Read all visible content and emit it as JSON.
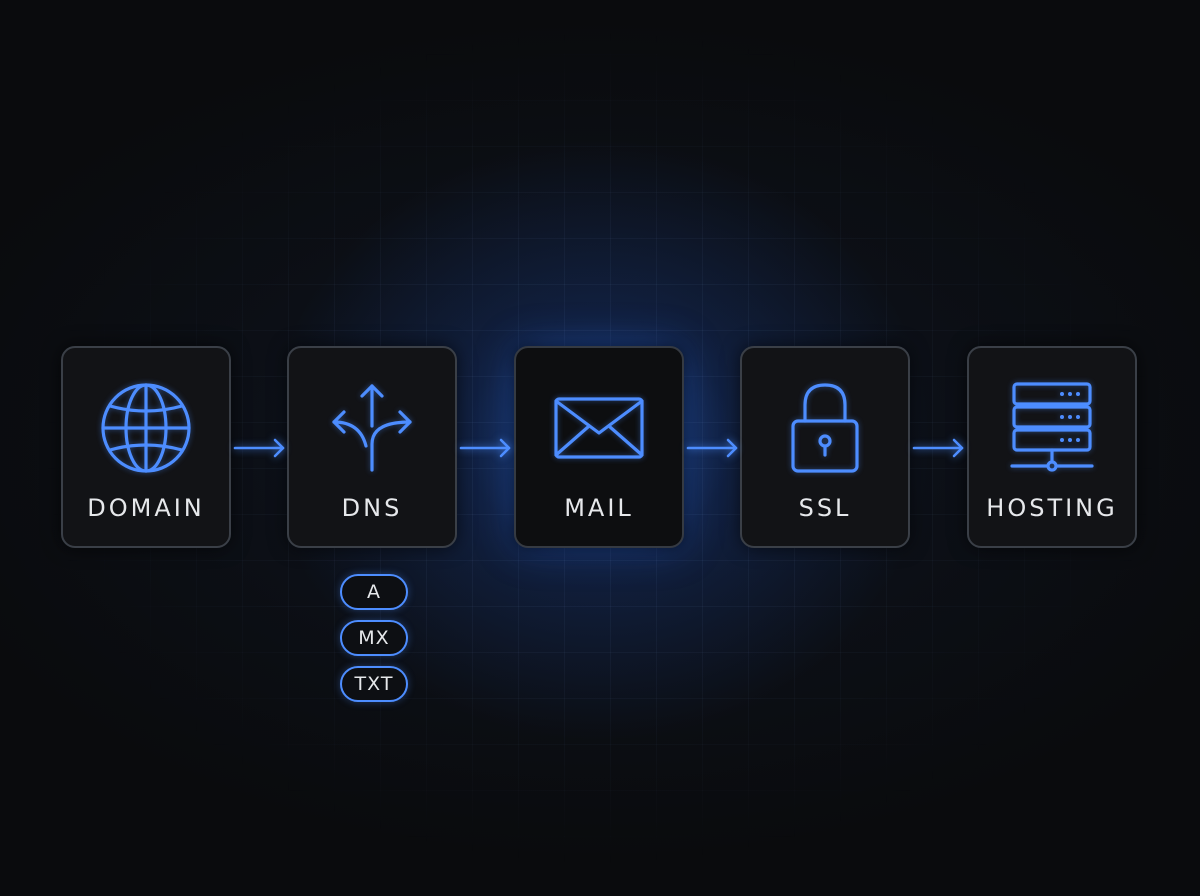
{
  "accent_color": "#4d8dff",
  "nodes": [
    {
      "label": "DOMAIN",
      "icon": "globe-icon"
    },
    {
      "label": "DNS",
      "icon": "split-arrows-icon"
    },
    {
      "label": "MAIL",
      "icon": "envelope-icon"
    },
    {
      "label": "SSL",
      "icon": "padlock-icon"
    },
    {
      "label": "HOSTING",
      "icon": "server-rack-icon"
    }
  ],
  "dns_records": [
    "A",
    "MX",
    "TXT"
  ]
}
